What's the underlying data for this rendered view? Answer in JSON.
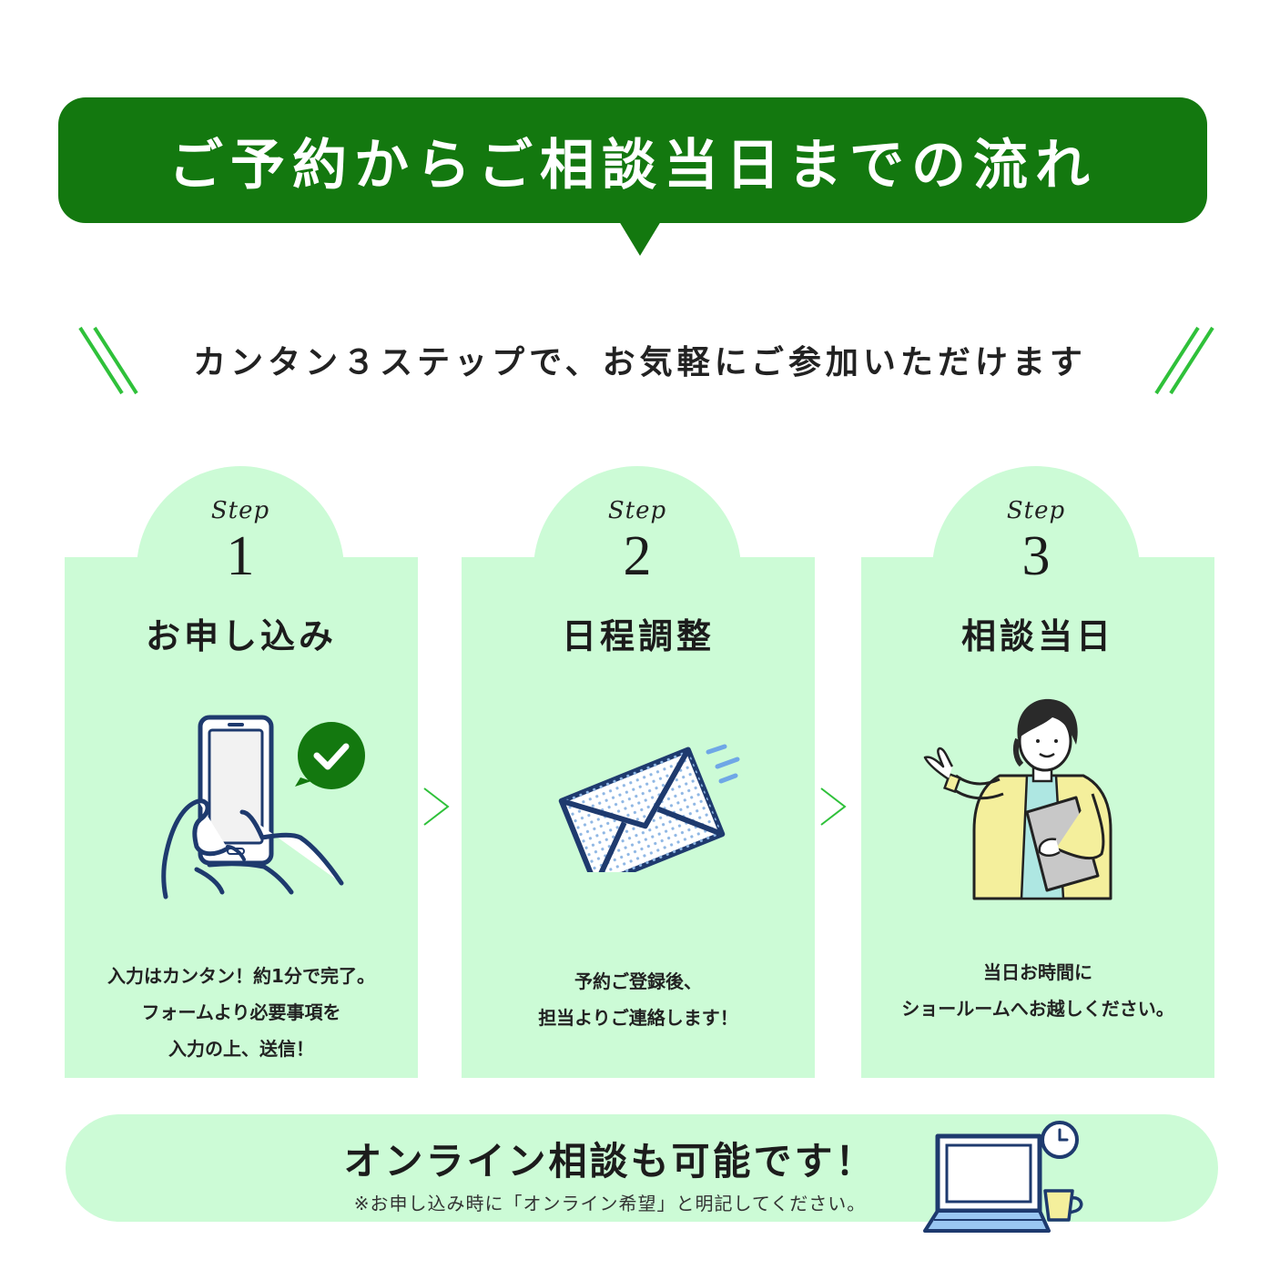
{
  "header": {
    "title": "ご予約からご相談当日までの流れ",
    "subtitle": "カンタン３ステップで、お気軽にご参加いただけます"
  },
  "steps": [
    {
      "script": "Step",
      "number": "1",
      "title": "お申し込み",
      "desc": [
        "入力はカンタン！約1分で完了。",
        "フォームより必要事項を",
        "入力の上、送信！"
      ]
    },
    {
      "script": "Step",
      "number": "2",
      "title": "日程調整",
      "desc": [
        "予約ご登録後、",
        "担当よりご連絡します！"
      ]
    },
    {
      "script": "Step",
      "number": "3",
      "title": "相談当日",
      "desc": [
        "当日お時間に",
        "ショールームへお越しください。"
      ]
    }
  ],
  "online": {
    "title": "オンライン相談も可能です！",
    "note": "※お申し込み時に「オンライン希望」と明記してください。"
  },
  "colors": {
    "brand_green": "#13780f",
    "card_bg": "#ccfbd6",
    "accent_green": "#2fc13a",
    "navy": "#1e3a6e"
  },
  "icons": [
    "smartphone-icon",
    "check-bubble-icon",
    "envelope-icon",
    "consultant-woman-icon",
    "laptop-icon",
    "clock-icon",
    "coffee-cup-icon",
    "chevron-right-icon"
  ]
}
